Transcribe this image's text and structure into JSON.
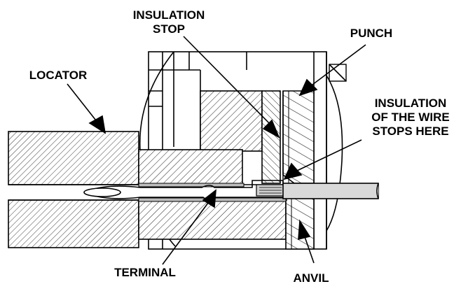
{
  "labels": {
    "insulation_stop_line1": "INSULATION",
    "insulation_stop_line2": "STOP",
    "punch": "PUNCH",
    "locator": "LOCATOR",
    "wire_stop_line1": "INSULATION",
    "wire_stop_line2": "OF THE WIRE",
    "wire_stop_line3": "STOPS HERE",
    "terminal": "TERMINAL",
    "anvil": "ANVIL"
  }
}
